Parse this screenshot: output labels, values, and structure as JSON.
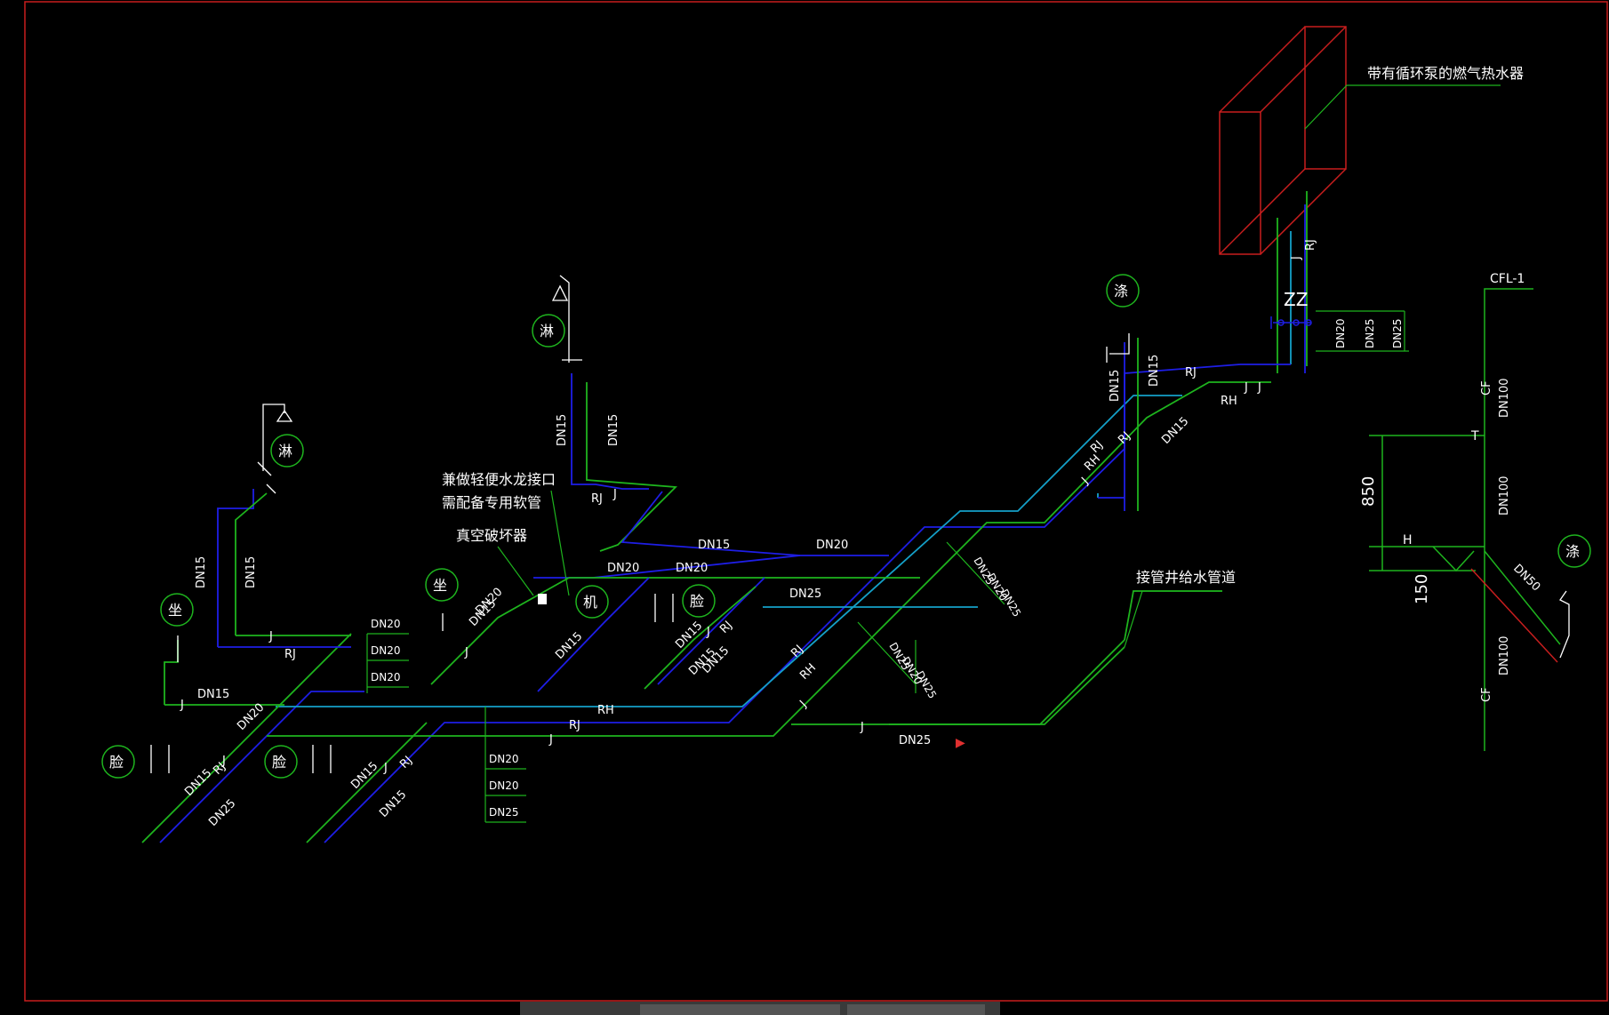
{
  "colors": {
    "background": "#000000",
    "frame": "#c81e1e",
    "cold_pipe": "#1eb41e",
    "hot_pipe": "#1e1ee6",
    "circulation_pipe": "#14a0c8",
    "heater": "#c81e1e",
    "text": "#ffffff",
    "fixture_circle": "#1eb41e",
    "arrow": "#e03030"
  },
  "labels": {
    "heater": "带有循环泵的燃气热水器",
    "hose_note_1": "兼做轻便水龙接口",
    "hose_note_2": "需配备专用软管",
    "vacuum_breaker": "真空破坏器",
    "well_connect": "接管井给水管道",
    "cfl": "CFL-1",
    "dim_850": "850",
    "dim_150": "150",
    "tick_t": "T",
    "tick_h": "H"
  },
  "fixtures": [
    {
      "char": "淋"
    },
    {
      "char": "淋"
    },
    {
      "char": "坐"
    },
    {
      "char": "坐"
    },
    {
      "char": "脸"
    },
    {
      "char": "脸"
    },
    {
      "char": "脸"
    },
    {
      "char": "机"
    },
    {
      "char": "涤"
    },
    {
      "char": "涤"
    }
  ],
  "pipe_labels": [
    {
      "text": "DN15"
    },
    {
      "text": "DN15"
    },
    {
      "text": "DN15"
    },
    {
      "text": "DN15"
    },
    {
      "text": "DN15"
    },
    {
      "text": "DN20"
    },
    {
      "text": "DN20"
    },
    {
      "text": "DN20"
    },
    {
      "text": "DN25"
    },
    {
      "text": "DN25"
    },
    {
      "text": "DN15"
    },
    {
      "text": "DN20"
    },
    {
      "text": "RJ"
    },
    {
      "text": "RJ"
    },
    {
      "text": "RJ"
    },
    {
      "text": "RH"
    },
    {
      "text": "J"
    },
    {
      "text": "J"
    },
    {
      "text": "J"
    },
    {
      "text": "J"
    },
    {
      "text": "RJ"
    },
    {
      "text": "RH"
    },
    {
      "text": "J"
    },
    {
      "text": "RJ"
    },
    {
      "text": "J"
    },
    {
      "text": "RH"
    },
    {
      "text": "J"
    },
    {
      "text": "RJ"
    },
    {
      "text": "J"
    },
    {
      "text": "DN15"
    },
    {
      "text": "DN15"
    },
    {
      "text": "DN15"
    },
    {
      "text": "DN15"
    },
    {
      "text": "DN20"
    },
    {
      "text": "DN25"
    },
    {
      "text": "DN15"
    },
    {
      "text": "DN15"
    },
    {
      "text": "DN15"
    },
    {
      "text": "DN15"
    },
    {
      "text": "J"
    },
    {
      "text": "RJ"
    },
    {
      "text": "RJ"
    },
    {
      "text": "J"
    },
    {
      "text": "J"
    },
    {
      "text": "RJ"
    },
    {
      "text": "J"
    },
    {
      "text": "RH"
    },
    {
      "text": "RJ"
    },
    {
      "text": "J"
    },
    {
      "text": "DN15"
    },
    {
      "text": "DN15"
    },
    {
      "text": "DN15"
    }
  ],
  "stack_labels": {
    "stack_a": [
      "DN20",
      "DN20",
      "DN20"
    ],
    "stack_b": [
      "DN20",
      "DN20",
      "DN25"
    ],
    "stack_c": [
      "DN25",
      "DN20",
      "DN25"
    ],
    "stack_d": [
      "DN25",
      "DN20",
      "DN25"
    ],
    "stack_e": [
      "DN20",
      "DN25",
      "DN25"
    ]
  },
  "right_riser": {
    "cf_top": "CF",
    "dn100_a": "DN100",
    "dn100_b": "DN100",
    "dn100_c": "DN100",
    "cf_bottom": "CF",
    "dn50": "DN50"
  }
}
